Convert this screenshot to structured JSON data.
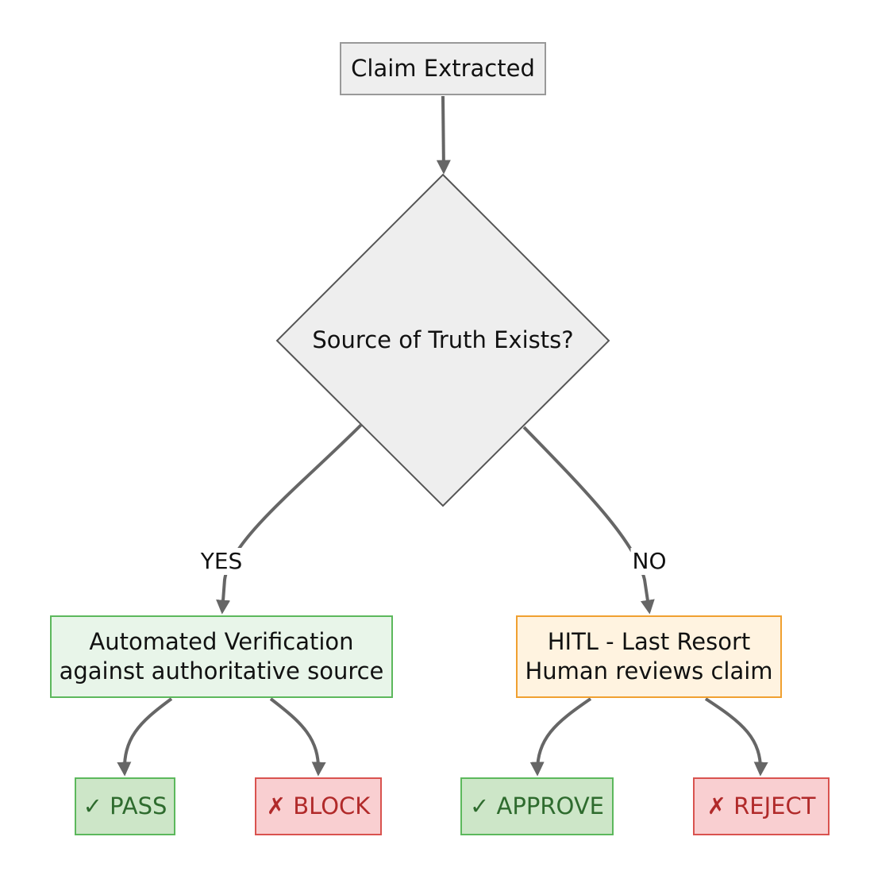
{
  "diagram": {
    "start": "Claim Extracted",
    "decision": "Source of Truth Exists?",
    "yes_label": "YES",
    "no_label": "NO",
    "automated": {
      "line1": "Automated Verification",
      "line2": "against authoritative source"
    },
    "hitl": {
      "line1": "HITL - Last Resort",
      "line2": "Human reviews claim"
    },
    "outcomes": {
      "pass": "✓ PASS",
      "block": "✗ BLOCK",
      "approve": "✓ APPROVE",
      "reject": "✗ REJECT"
    }
  },
  "colors": {
    "neutral_fill": "#eeeeee",
    "neutral_stroke": "#999999",
    "edge": "#666666",
    "green_fill": "#e8f5e9",
    "green_stroke": "#5cb85c",
    "orange_fill": "#fff3e0",
    "orange_stroke": "#f0a030",
    "pass_fill": "#cde6c8",
    "fail_fill": "#f9cfd1",
    "fail_stroke": "#d9534f"
  }
}
